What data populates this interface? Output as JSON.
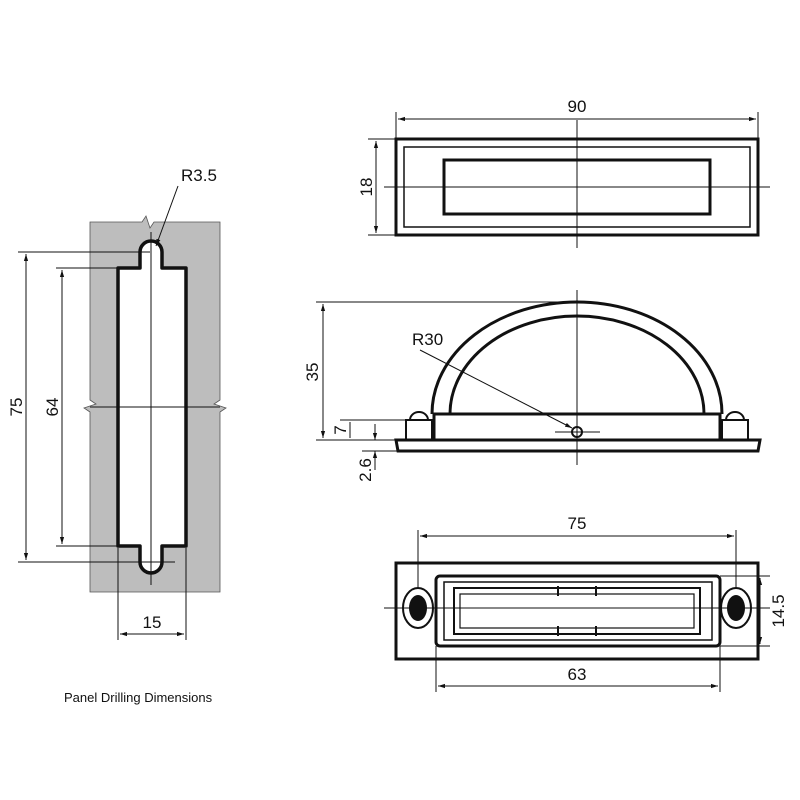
{
  "caption": "Panel Drilling Dimensions",
  "colors": {
    "panel_fill": "#bdbdbd",
    "line": "#111111",
    "background": "#ffffff"
  },
  "panel_cutout": {
    "radius_label": "R3.5",
    "height_total_label": "75",
    "height_inner_label": "64",
    "width_label": "15"
  },
  "top_view": {
    "width_label": "90",
    "height_label": "18"
  },
  "side_view": {
    "radius_label": "R30",
    "height_label": "35",
    "base_label": "7",
    "plate_label": "2.6"
  },
  "bottom_view": {
    "outer_label": "75",
    "inner_label": "63",
    "depth_label": "14.5"
  }
}
